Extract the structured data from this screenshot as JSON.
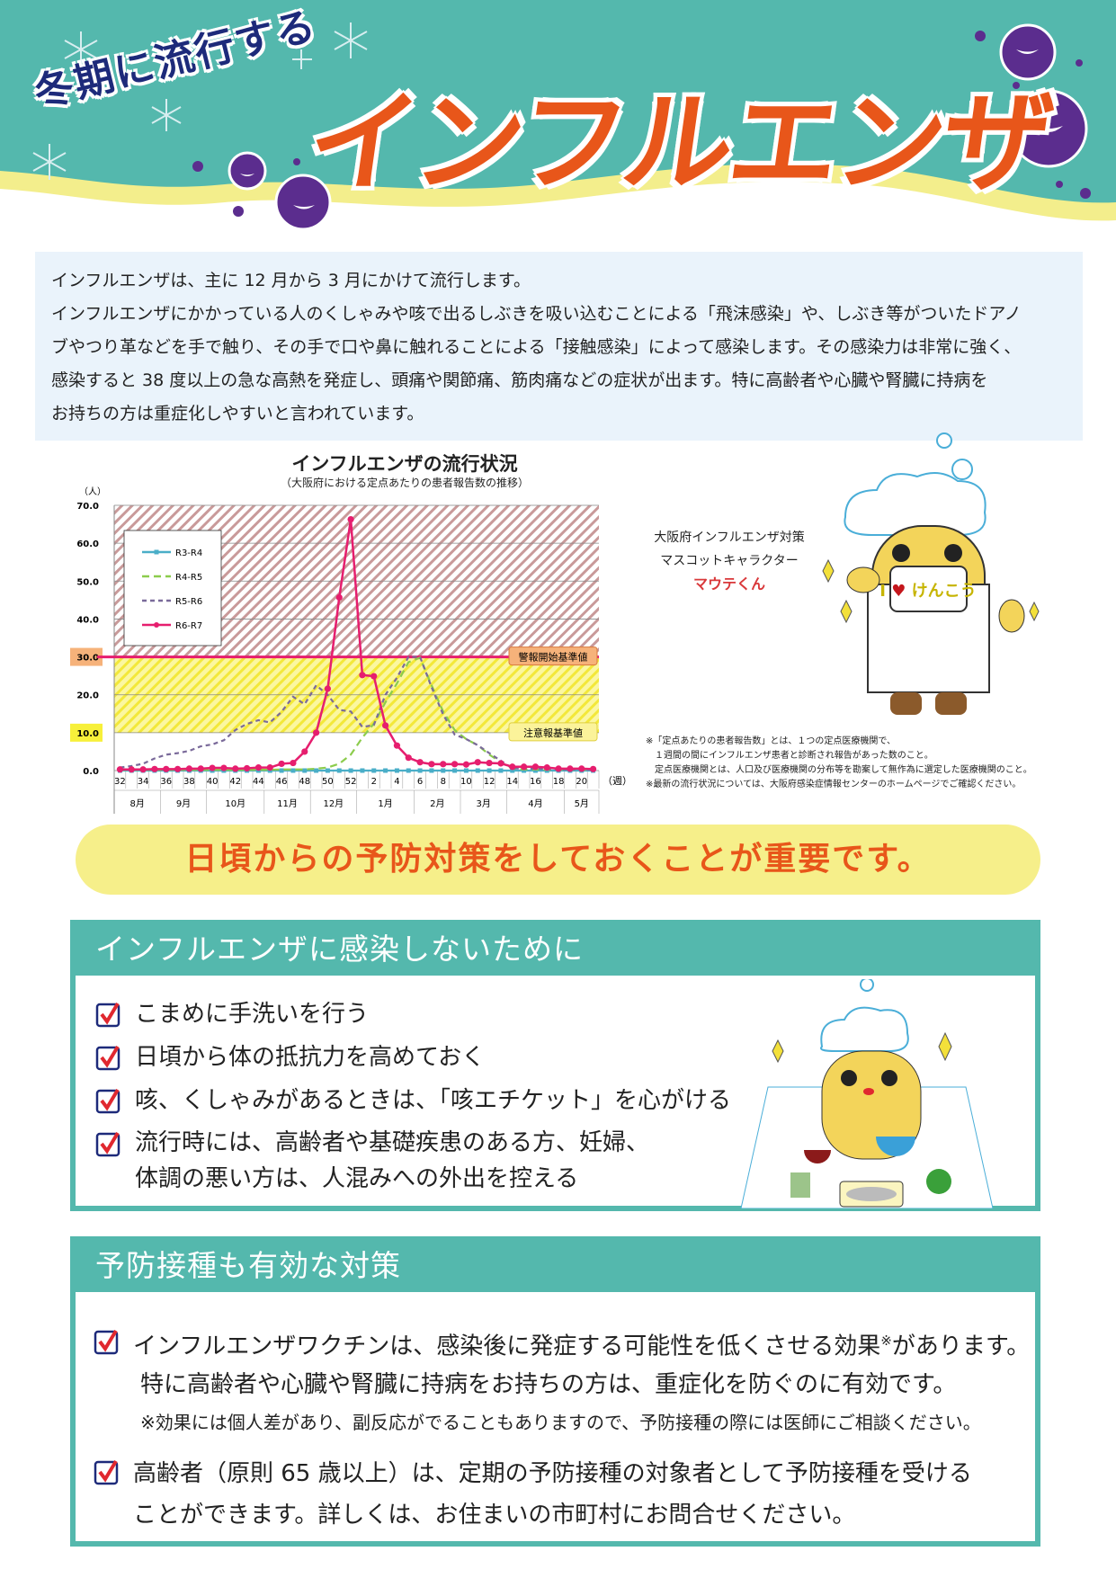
{
  "header": {
    "subtitle": "冬期に流行する",
    "title": "インフルエンザ"
  },
  "intro": {
    "lines": [
      "インフルエンザは、主に 12 月から 3 月にかけて流行します。",
      "インフルエンザにかかっている人のくしゃみや咳で出るしぶきを吸い込むことによる「飛沫感染」や、しぶき等がついたドアノ",
      "ブやつり革などを手で触り、その手で口や鼻に触れることによる「接触感染」によって感染します。その感染力は非常に強く、",
      "感染すると 38 度以上の急な高熱を発症し、頭痛や関節痛、筋肉痛などの症状が出ます。特に高齢者や心臓や腎臓に持病を",
      "お持ちの方は重症化しやすいと言われています。"
    ]
  },
  "chart_data": {
    "type": "line",
    "title": "インフルエンザの流行状況",
    "subtitle": "（大阪府における定点あたりの患者報告数の推移）",
    "ylabel": "（人）",
    "xlabel": "（週）",
    "ylim": [
      0,
      70
    ],
    "yticks": [
      "0.0",
      "10.0",
      "20.0",
      "30.0",
      "40.0",
      "50.0",
      "60.0",
      "70.0"
    ],
    "x": [
      32,
      33,
      34,
      35,
      36,
      37,
      38,
      39,
      40,
      41,
      42,
      43,
      44,
      45,
      46,
      47,
      48,
      49,
      50,
      51,
      52,
      1,
      2,
      3,
      4,
      5,
      6,
      7,
      8,
      9,
      10,
      11,
      12,
      13,
      14,
      15,
      16,
      17,
      18,
      19,
      20,
      21
    ],
    "xtick_labels": [
      "32",
      "34",
      "36",
      "38",
      "40",
      "42",
      "44",
      "46",
      "48",
      "50",
      "52",
      "2",
      "4",
      "6",
      "8",
      "10",
      "12",
      "14",
      "16",
      "18",
      "20"
    ],
    "months": [
      "8月",
      "9月",
      "10月",
      "11月",
      "12月",
      "1月",
      "2月",
      "3月",
      "4月",
      "5月"
    ],
    "legend_position": "top-left",
    "thresholds": [
      {
        "value": 30,
        "label": "警報開始基準値",
        "tick": "30.0"
      },
      {
        "value": 10,
        "label": "注意報基準値",
        "tick": "10.0"
      }
    ],
    "series": [
      {
        "name": "R3-R4",
        "color": "#4aaec8",
        "style": "solid-square",
        "values": [
          0,
          0,
          0,
          0,
          0,
          0,
          0,
          0,
          0,
          0,
          0,
          0,
          0,
          0,
          0,
          0,
          0,
          0,
          0,
          0,
          0,
          0,
          0,
          0,
          0,
          0,
          0,
          0,
          0,
          0,
          0,
          0,
          0,
          0,
          0,
          0,
          0,
          0,
          0,
          0,
          0,
          0
        ]
      },
      {
        "name": "R4-R5",
        "color": "#8ccc4c",
        "style": "dashed",
        "values": [
          0.2,
          0.2,
          0.2,
          0.2,
          0.2,
          0.2,
          0.2,
          0.2,
          0.2,
          0.2,
          0.2,
          0.2,
          0.2,
          0.2,
          0.3,
          0.3,
          0.3,
          0.5,
          0.8,
          1.8,
          4.2,
          8.7,
          12.4,
          18,
          23,
          28.6,
          29.8,
          22.5,
          15.6,
          10.7,
          8.3,
          6.7,
          4.2,
          2.2,
          0.5,
          0.3,
          0.3,
          0.2,
          0.2,
          0.2,
          0.2,
          0.2
        ]
      },
      {
        "name": "R5-R6",
        "color": "#7a6a9a",
        "style": "dotted",
        "values": [
          0.8,
          1.2,
          1.8,
          3.2,
          4.2,
          4.6,
          5.2,
          6.4,
          6.9,
          8,
          10.7,
          12.3,
          13.3,
          12.7,
          15.5,
          19.5,
          17.5,
          22.5,
          20,
          16,
          15.6,
          11.5,
          12,
          20,
          24.5,
          30,
          30,
          22,
          14.8,
          9.5,
          8.3,
          6.7,
          4.6,
          2.6,
          0.6,
          0.5,
          0.5,
          0.4,
          0.3,
          0.3,
          0.3,
          0.3
        ]
      },
      {
        "name": "R6-R7",
        "color": "#e61e6e",
        "style": "solid-circle",
        "values": [
          0.3,
          0.3,
          0.3,
          0.4,
          0.4,
          0.4,
          0.5,
          0.5,
          0.7,
          0.7,
          0.5,
          0.6,
          0.8,
          0.8,
          1.8,
          2.0,
          5.0,
          10.0,
          21.6,
          45.7,
          66.3,
          25.2,
          24.9,
          11.9,
          6.6,
          3.4,
          2.2,
          1.7,
          1.7,
          1.7,
          1.6,
          2.2,
          2.0,
          1.9,
          1.0,
          1.0,
          1.0,
          0.8,
          0.5,
          0.5,
          0.5,
          0.4
        ]
      }
    ]
  },
  "mascot": {
    "line1": "大阪府インフルエンザ対策",
    "line2": "マスコットキャラクター",
    "name": "マウテくん",
    "mask_text": "I ♥ けんこう"
  },
  "notes": [
    "※「定点あたりの患者報告数」とは、１つの定点医療機関で、",
    "　１週間の間にインフルエンザ患者と診断され報告があった数のこと。",
    "　定点医療機関とは、人口及び医療機関の分布等を勘案して無作為に選定した医療機関のこと。",
    "※最新の流行状況については、大阪府感染症情報センターのホームページでご確認ください。"
  ],
  "banner": "日頃からの予防対策をしておくことが重要です。",
  "section1": {
    "title": "インフルエンザに感染しないために",
    "items": [
      "こまめに手洗いを行う",
      "日頃から体の抵抗力を高めておく",
      "咳、くしゃみがあるときは、「咳エチケット」を心がける",
      "流行時には、高齢者や基礎疾患のある方、妊婦、",
      "体調の悪い方は、人混みへの外出を控える"
    ]
  },
  "section2": {
    "title": "予防接種も有効な対策",
    "item1_main": "インフルエンザワクチンは、感染後に発症する可能性を低くさせる効果",
    "item1_mark": "※",
    "item1_end": "があります。",
    "item1_line2": "特に高齢者や心臓や腎臓に持病をお持ちの方は、重症化を防ぐのに有効です。",
    "item1_note": "※効果には個人差があり、副反応がでることもありますので、予防接種の際には医師にご相談ください。",
    "item2_line1": "高齢者（原則 65 歳以上）は、定期の予防接種の対象者として予防接種を受ける",
    "item2_line2": "ことができます。詳しくは、お住まいの市町村にお問合せください。"
  },
  "colors": {
    "teal": "#54b8ad",
    "orange": "#e8561a",
    "yellow": "#f6ef8a",
    "purple": "#5b2d8e",
    "navy": "#1d2a7a"
  }
}
